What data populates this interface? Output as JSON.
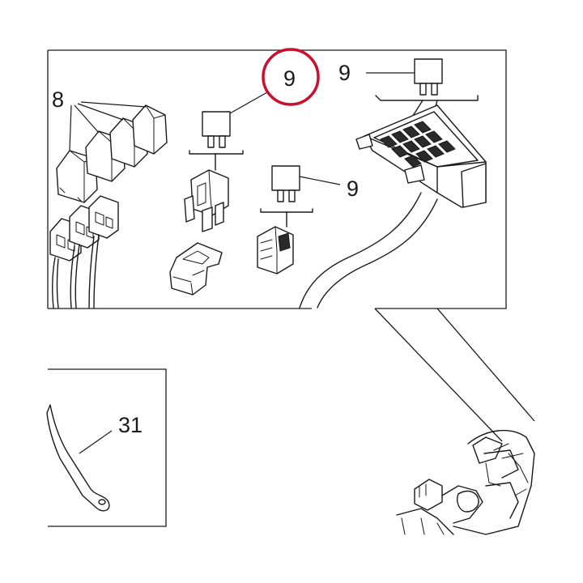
{
  "callouts": {
    "relays": "8",
    "fuse_highlighted": "9",
    "fuse_top_right": "9",
    "fuse_middle": "9",
    "ground_strap": "31"
  },
  "highlight_color": "#c8102e",
  "ink_color": "#1a1a1a"
}
